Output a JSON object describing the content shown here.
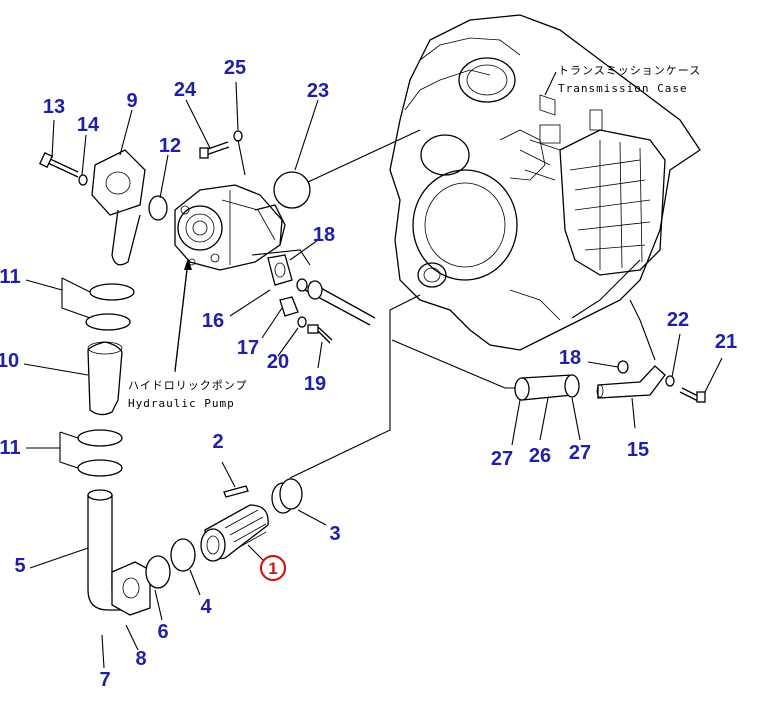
{
  "callouts": {
    "n1": "1",
    "n2": "2",
    "n3": "3",
    "n4": "4",
    "n5": "5",
    "n6": "6",
    "n7": "7",
    "n8": "8",
    "n9": "9",
    "n10": "10",
    "n11a": "11",
    "n11b": "11",
    "n12": "12",
    "n13": "13",
    "n14": "14",
    "n15": "15",
    "n16": "16",
    "n17": "17",
    "n18a": "18",
    "n18b": "18",
    "n19": "19",
    "n20": "20",
    "n21": "21",
    "n22": "22",
    "n23": "23",
    "n24": "24",
    "n25": "25",
    "n26": "26",
    "n27a": "27",
    "n27b": "27"
  },
  "captions": {
    "pump_jp": "ハイドロリックポンプ",
    "pump_en": "Hydraulic Pump",
    "case_jp": "トランスミッションケース",
    "case_en": "Transmission Case"
  },
  "colors": {
    "callout": "#1f1fa8",
    "highlight": "#d01818",
    "line": "#000000"
  }
}
